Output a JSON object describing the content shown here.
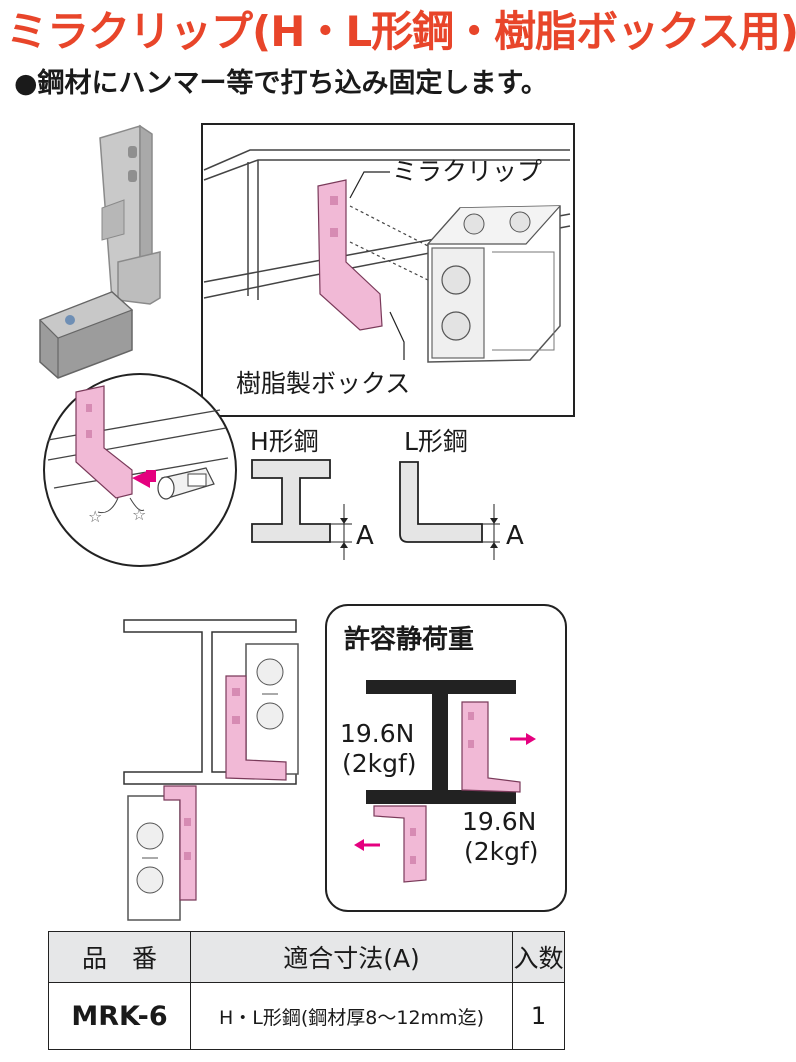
{
  "header": {
    "title": "ミラクリップ(H・L形鋼・樹脂ボックス用)",
    "subtitle": "●鋼材にハンマー等で打ち込み固定します。"
  },
  "illustration": {
    "clip_label": "ミラクリップ",
    "box_label": "樹脂製ボックス"
  },
  "profiles": {
    "h_beam_label": "H形鋼",
    "l_beam_label": "L形鋼",
    "dim_label": "A"
  },
  "load": {
    "title": "許容静荷重",
    "value1_n": "19.6N",
    "value1_kgf": "(2kgf)",
    "value2_n": "19.6N",
    "value2_kgf": "(2kgf)"
  },
  "spec_table": {
    "headers": [
      "品　番",
      "適合寸法(A)",
      "入数"
    ],
    "rows": [
      {
        "code": "MRK-6",
        "fit": "H・L形鋼(鋼材厚8～12mm迄)",
        "qty": "1"
      }
    ]
  },
  "colors": {
    "title": "#e8452a",
    "clip_pink": "#f1b9d6",
    "arrow_magenta": "#e5007f"
  }
}
